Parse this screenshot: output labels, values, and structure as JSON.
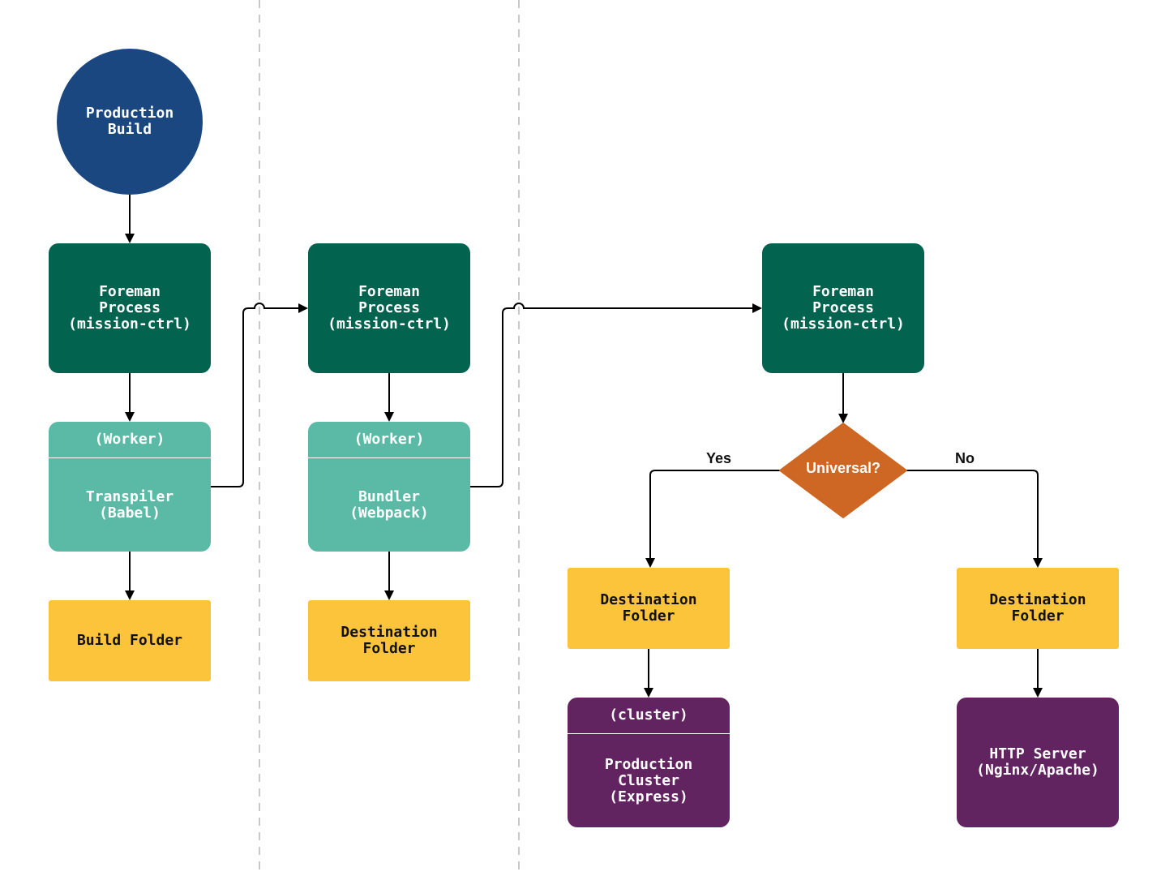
{
  "colors": {
    "circle": "#1a4780",
    "foreman": "#02634f",
    "worker": "#5bbaa6",
    "folder": "#fbc43a",
    "server": "#612460",
    "decision": "#cd6723",
    "lane_divider": "#c8c8c8"
  },
  "nodes": {
    "production_build": "Production\nBuild",
    "foreman_1": "Foreman\nProcess\n(mission-ctrl)",
    "foreman_2": "Foreman\nProcess\n(mission-ctrl)",
    "foreman_3": "Foreman\nProcess\n(mission-ctrl)",
    "worker_1": {
      "head": "(Worker)",
      "body": "Transpiler\n(Babel)"
    },
    "worker_2": {
      "head": "(Worker)",
      "body": "Bundler\n(Webpack)"
    },
    "build_folder": "Build Folder",
    "destination_folder_1": "Destination\nFolder",
    "destination_folder_2": "Destination\nFolder",
    "destination_folder_3": "Destination\nFolder",
    "decision": "Universal?",
    "cluster": {
      "head": "(cluster)",
      "body": "Production\nCluster\n(Express)"
    },
    "http_server": "HTTP Server\n(Nginx/Apache)"
  },
  "edge_labels": {
    "yes": "Yes",
    "no": "No"
  }
}
